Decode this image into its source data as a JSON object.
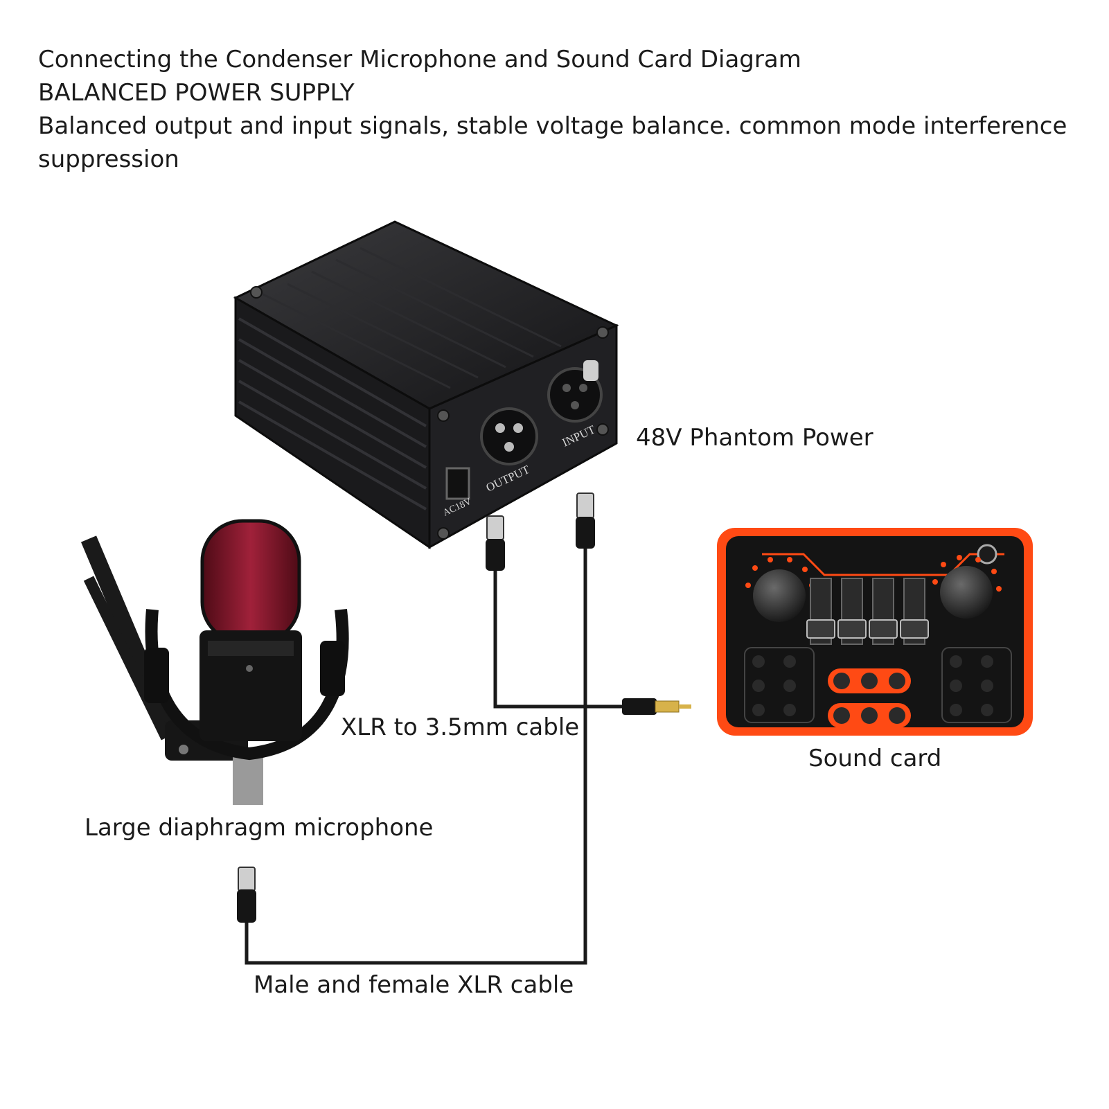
{
  "header": {
    "title": "Connecting the Condenser Microphone and Sound Card Diagram",
    "subtitle": "BALANCED POWER SUPPLY",
    "description": "Balanced output and input signals, stable voltage balance. common mode interference suppression"
  },
  "phantom_power": {
    "label": "48V Phantom Power",
    "port_output": "OUTPUT",
    "port_input": "INPUT",
    "port_power": "AC18V"
  },
  "microphone": {
    "label": "Large diaphragm microphone"
  },
  "sound_card": {
    "label": "Sound card"
  },
  "cables": {
    "xlr_to_35": "XLR to 3.5mm cable",
    "xlr_male_female": "Male and female XLR cable"
  },
  "colors": {
    "device_body": "#1c1c1e",
    "sound_card_accent": "#ff4a14",
    "mic_grille": "#8e1a2a",
    "cable": "#1a1a1a"
  }
}
